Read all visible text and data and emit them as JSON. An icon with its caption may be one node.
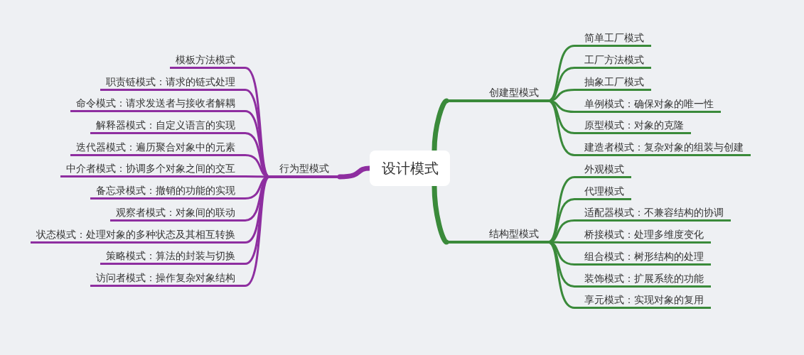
{
  "diagram": {
    "nodes": [
      {
        "text": [
          "设计模式"
        ]
      },
      {
        "text": [
          "创建型模式"
        ]
      },
      {
        "text": [
          "简单工厂模式"
        ]
      },
      {
        "text": [
          "工厂方法模式"
        ]
      },
      {
        "text": [
          "抽象工厂模式"
        ]
      },
      {
        "text": [
          "单例模式：确保对象的唯一性"
        ]
      },
      {
        "text": [
          "原型模式：对象的克隆"
        ]
      },
      {
        "text": [
          "建造者模式：复杂对象的组装与创建"
        ]
      },
      {
        "text": [
          "结构型模式"
        ]
      },
      {
        "text": [
          "外观模式"
        ]
      },
      {
        "text": [
          "代理模式"
        ]
      },
      {
        "text": [
          "适配器模式：不兼容结构的协调"
        ]
      },
      {
        "text": [
          "桥接模式：处理多维度变化"
        ]
      },
      {
        "text": [
          "组合模式：树形结构的处理"
        ]
      },
      {
        "text": [
          "装饰模式：扩展系统的功能"
        ]
      },
      {
        "text": [
          "享元模式：实现对象的复用"
        ]
      },
      {
        "text": [
          "行为型模式"
        ]
      },
      {
        "text": [
          "模板方法模式"
        ]
      },
      {
        "text": [
          "职责链模式：请求的链式处理"
        ]
      },
      {
        "text": [
          "命令模式：请求发送者与接收者解耦"
        ]
      },
      {
        "text": [
          "解释器模式：自定义语言的实现"
        ]
      },
      {
        "text": [
          "迭代器模式：遍历聚合对象中的元素"
        ]
      },
      {
        "text": [
          "中介者模式：协调多个对象之间的交互"
        ]
      },
      {
        "text": [
          "备忘录模式：撤销的功能的实现"
        ]
      },
      {
        "text": [
          "观察者模式：对象间的联动"
        ]
      },
      {
        "text": [
          "状态模式：处理对象的多种状态及其相互转换"
        ]
      },
      {
        "text": [
          "策略模式：算法的封装与切换"
        ]
      },
      {
        "text": [
          "访问者模式：操作复杂对象结构"
        ]
      }
    ],
    "edges": [
      {
        "from": 0,
        "to": 1,
        "arrow": "none",
        "style": "thick"
      },
      {
        "from": 1,
        "to": 2,
        "arrow": "none"
      },
      {
        "from": 1,
        "to": 3,
        "arrow": "none"
      },
      {
        "from": 1,
        "to": 4,
        "arrow": "none"
      },
      {
        "from": 1,
        "to": 5,
        "arrow": "none"
      },
      {
        "from": 1,
        "to": 6,
        "arrow": "none"
      },
      {
        "from": 1,
        "to": 7,
        "arrow": "none"
      },
      {
        "from": 0,
        "to": 8,
        "arrow": "none",
        "style": "thick"
      },
      {
        "from": 8,
        "to": 9,
        "arrow": "none"
      },
      {
        "from": 8,
        "to": 10,
        "arrow": "none"
      },
      {
        "from": 8,
        "to": 11,
        "arrow": "none"
      },
      {
        "from": 8,
        "to": 12,
        "arrow": "none"
      },
      {
        "from": 8,
        "to": 13,
        "arrow": "none"
      },
      {
        "from": 8,
        "to": 14,
        "arrow": "none"
      },
      {
        "from": 8,
        "to": 15,
        "arrow": "none"
      },
      {
        "from": 0,
        "to": 16,
        "arrow": "none",
        "style": "thick",
        "color": "#8e2ea0"
      },
      {
        "from": 16,
        "to": 17,
        "arrow": "none",
        "color": "#8e2ea0"
      },
      {
        "from": 16,
        "to": 18,
        "arrow": "none",
        "color": "#8e2ea0"
      },
      {
        "from": 16,
        "to": 19,
        "arrow": "none",
        "color": "#8e2ea0"
      },
      {
        "from": 16,
        "to": 20,
        "arrow": "none",
        "color": "#8e2ea0"
      },
      {
        "from": 16,
        "to": 21,
        "arrow": "none",
        "color": "#8e2ea0"
      },
      {
        "from": 16,
        "to": 22,
        "arrow": "none",
        "color": "#8e2ea0"
      },
      {
        "from": 16,
        "to": 23,
        "arrow": "none",
        "color": "#8e2ea0"
      },
      {
        "from": 16,
        "to": 24,
        "arrow": "none",
        "color": "#8e2ea0"
      },
      {
        "from": 16,
        "to": 25,
        "arrow": "none",
        "color": "#8e2ea0"
      },
      {
        "from": 16,
        "to": 26,
        "arrow": "none",
        "color": "#8e2ea0"
      },
      {
        "from": 16,
        "to": 27,
        "arrow": "none",
        "color": "#8e2ea0"
      }
    ]
  }
}
